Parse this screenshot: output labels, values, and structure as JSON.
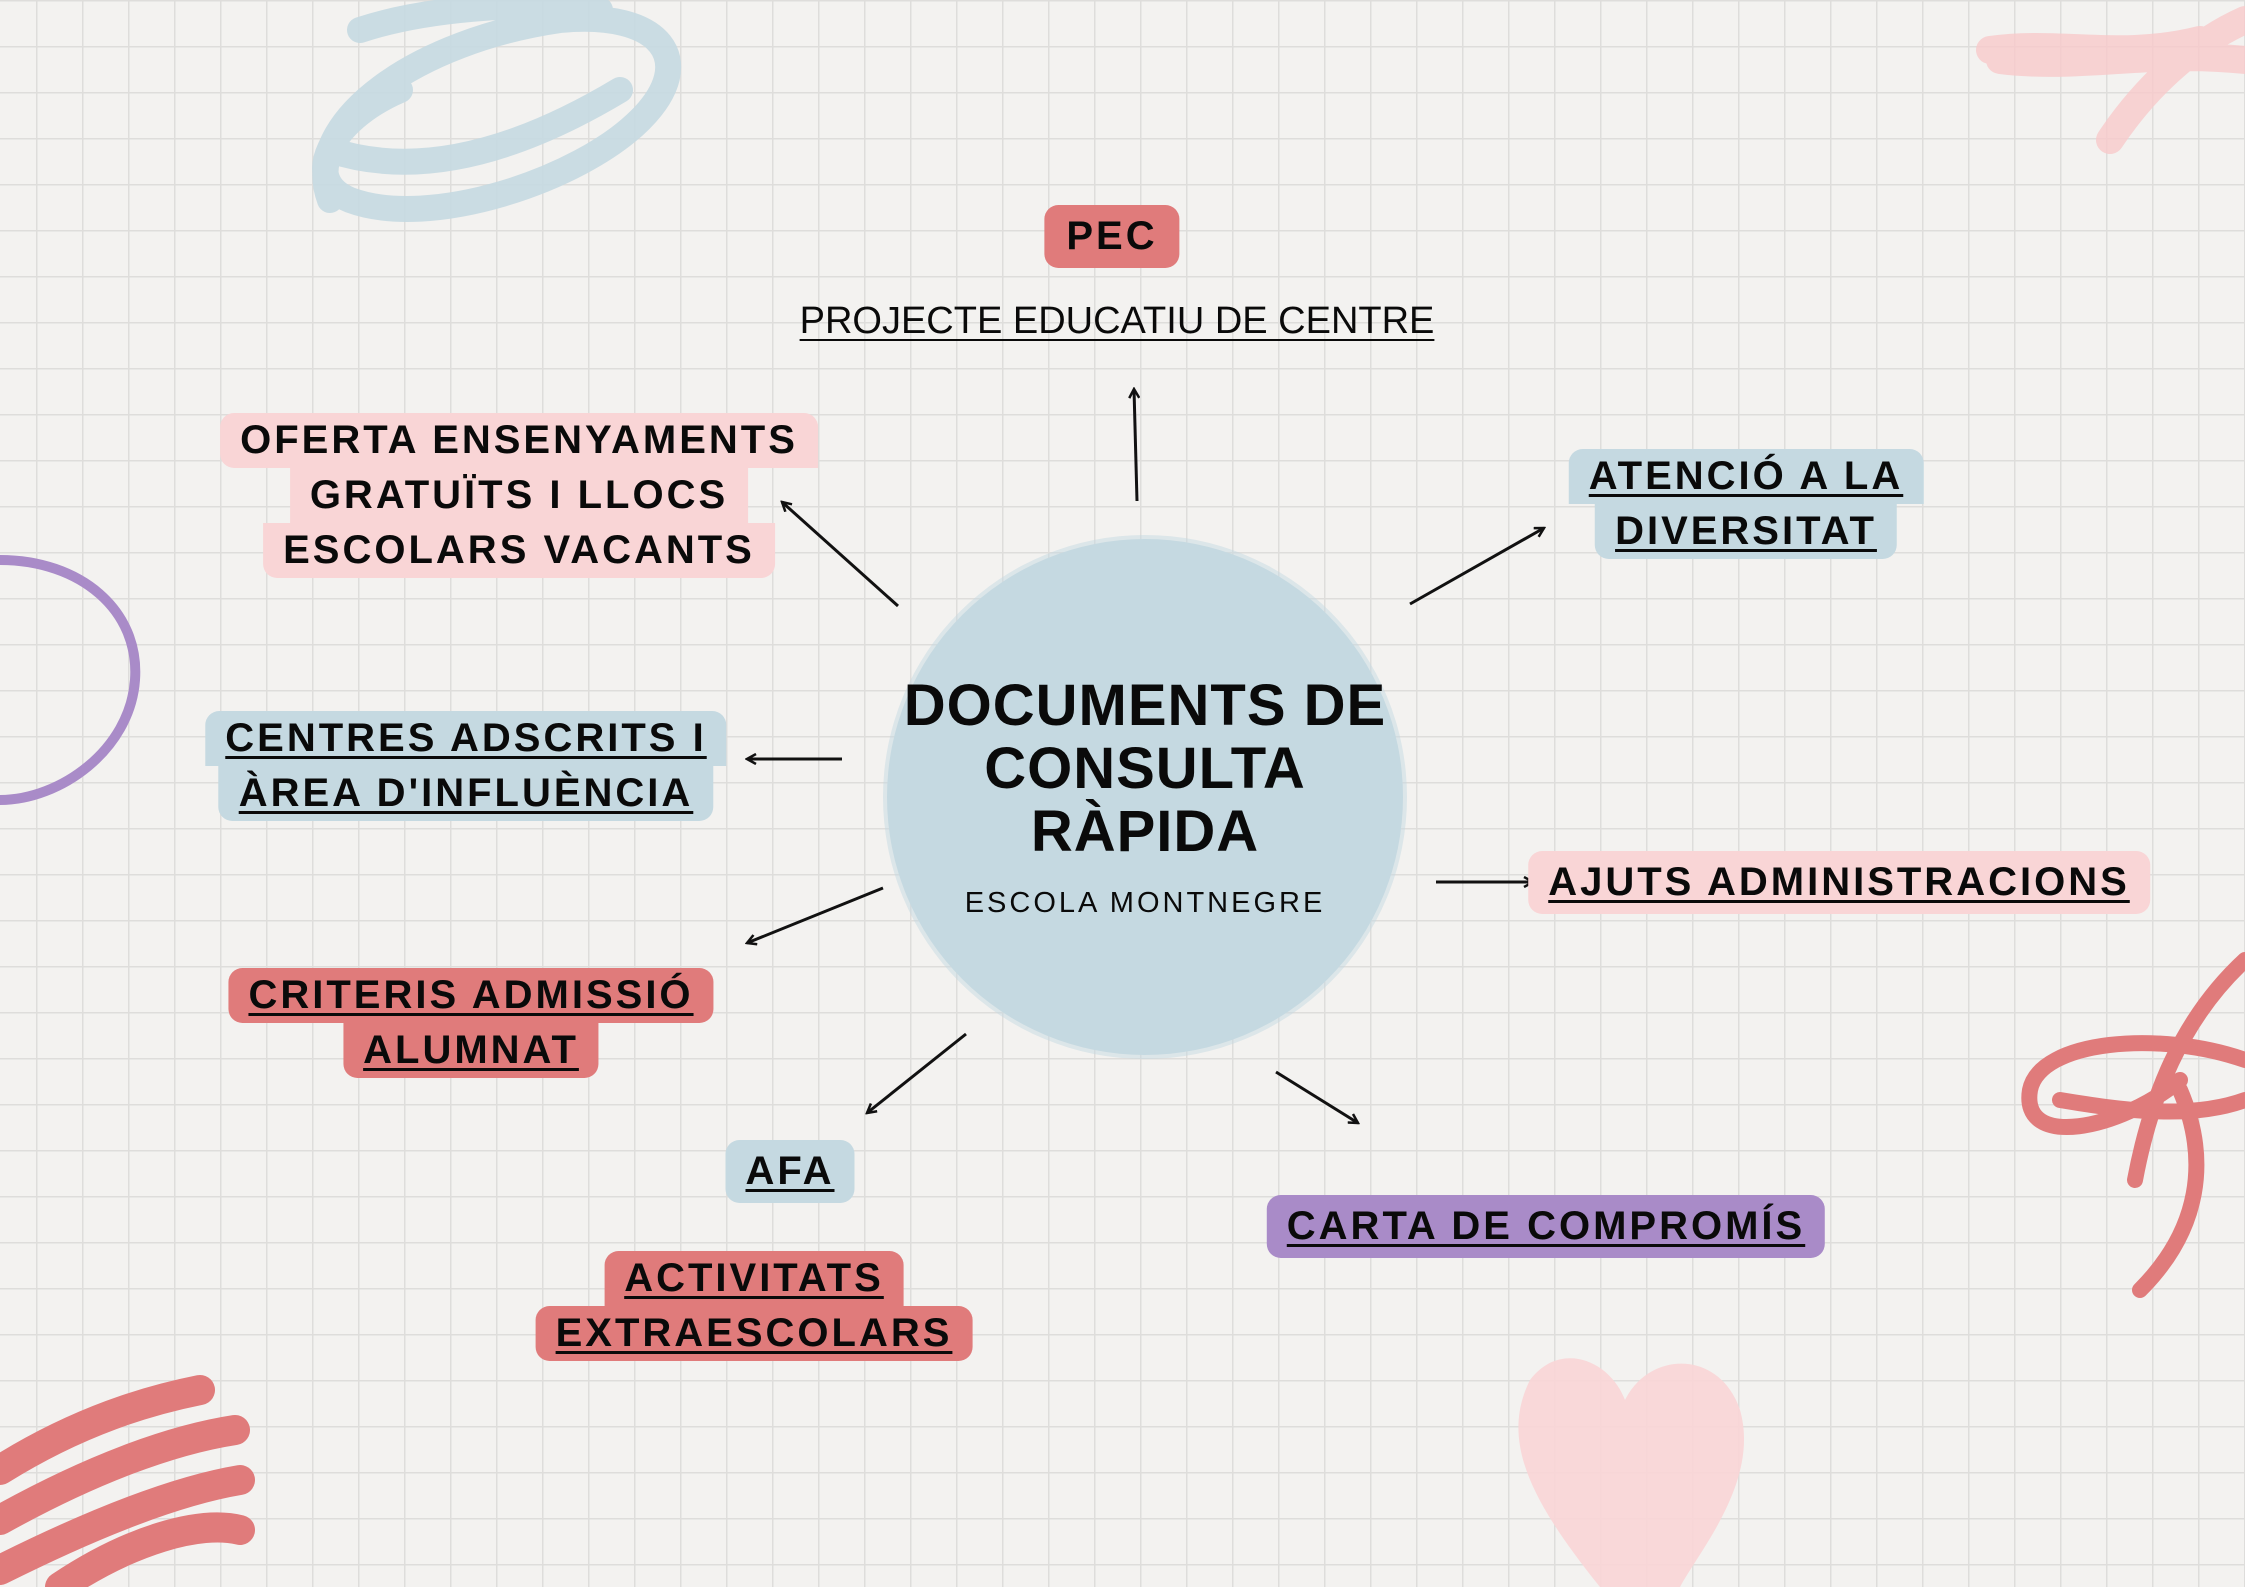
{
  "colors": {
    "pink": "#f9d5d6",
    "blue": "#c5d9e1",
    "red": "#e07b7b",
    "purple": "#a98bc8",
    "background": "#f3f2f0"
  },
  "center": {
    "title_lines": [
      "DOCUMENTS DE",
      "CONSULTA",
      "RÀPIDA"
    ],
    "subtitle": "ESCOLA MONTNEGRE"
  },
  "nodes": {
    "pec": {
      "lines": [
        "PEC"
      ],
      "subtitle": "PROJECTE EDUCATIU DE CENTRE"
    },
    "oferta": {
      "lines": [
        "OFERTA ENSENYAMENTS",
        "GRATUÏTS I LLOCS",
        "ESCOLARS VACANTS"
      ]
    },
    "atencio": {
      "lines": [
        "ATENCIÓ A LA",
        "DIVERSITAT"
      ]
    },
    "centres": {
      "lines": [
        "CENTRES ADSCRITS I",
        "ÀREA D'INFLUÈNCIA"
      ]
    },
    "ajuts": {
      "lines": [
        "AJUTS ADMINISTRACIONS"
      ]
    },
    "criteris": {
      "lines": [
        "CRITERIS ADMISSIÓ",
        "ALUMNAT"
      ]
    },
    "afa": {
      "lines": [
        "AFA"
      ]
    },
    "activitats": {
      "lines": [
        "ACTIVITATS",
        "EXTRAESCOLARS"
      ]
    },
    "carta": {
      "lines": [
        "CARTA DE COMPROMÍS"
      ]
    }
  }
}
